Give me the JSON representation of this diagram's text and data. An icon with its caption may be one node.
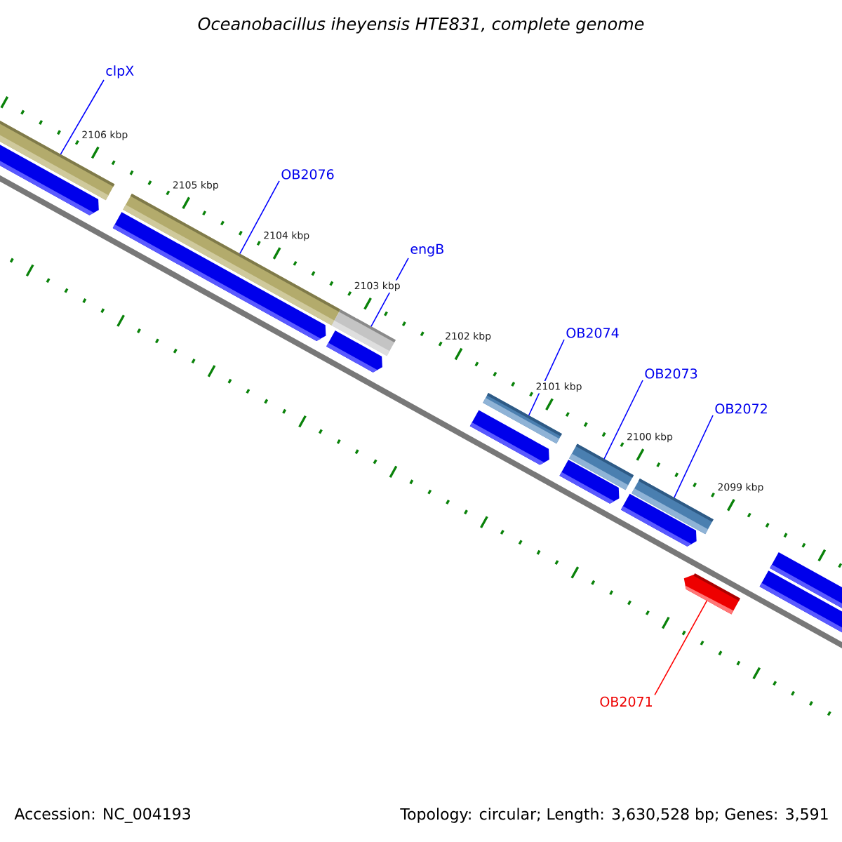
{
  "diagram": {
    "title": "Oceanobacillus iheyensis HTE831, complete genome",
    "nodes": [
      {
        "text": [
          "clpX"
        ]
      },
      {
        "text": [],
        "shape": "bar"
      },
      {
        "text": [
          "OB2076"
        ]
      },
      {
        "text": [],
        "shape": "bar"
      },
      {
        "text": [
          "engB"
        ]
      },
      {
        "text": [],
        "shape": "bar"
      },
      {
        "text": [
          "OB2074"
        ]
      },
      {
        "text": [],
        "shape": "bar"
      },
      {
        "text": [
          "OB2073"
        ]
      },
      {
        "text": [],
        "shape": "bar"
      },
      {
        "text": [
          "OB2072"
        ]
      },
      {
        "text": [],
        "shape": "bar"
      },
      {
        "text": [
          "OB2071"
        ]
      },
      {
        "text": [],
        "shape": "bar"
      }
    ],
    "edges": [
      {
        "from": 0,
        "to": 1,
        "arrow": "none"
      },
      {
        "from": 2,
        "to": 3,
        "arrow": "none"
      },
      {
        "from": 4,
        "to": 5,
        "arrow": "none"
      },
      {
        "from": 6,
        "to": 7,
        "arrow": "none"
      },
      {
        "from": 8,
        "to": 9,
        "arrow": "none"
      },
      {
        "from": 10,
        "to": 11,
        "arrow": "none"
      },
      {
        "from": 12,
        "to": 13,
        "arrow": "none",
        "color": "#ff0000"
      }
    ],
    "labels": [
      "2106 kbp",
      "2105 kbp",
      "2104 kbp",
      "2103 kbp",
      "2102 kbp",
      "2101 kbp",
      "2100 kbp",
      "2099 kbp",
      "Accession: NC_004193",
      "Topology: circular; Length: 3,630,528 bp; Genes: 3,591"
    ]
  }
}
